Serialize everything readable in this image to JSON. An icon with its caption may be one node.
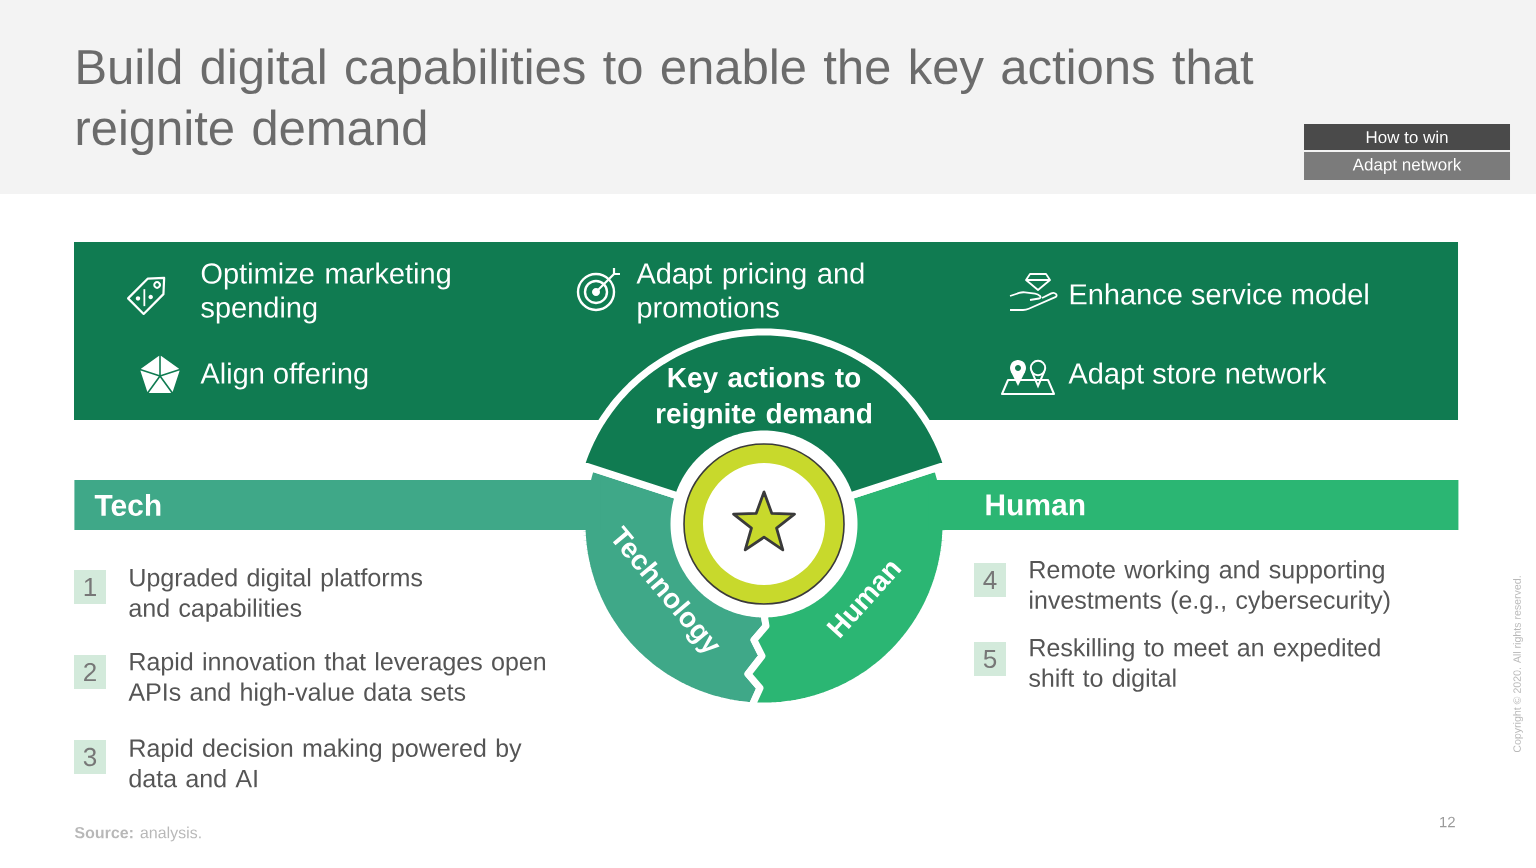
{
  "diagram": {
    "title": "Build digital capabilities to enable the key actions that reignite demand",
    "nodes": [
      {
        "text": [
          "How to win"
        ]
      },
      {
        "text": [
          "Adapt network"
        ]
      },
      {
        "text": [
          "Optimize marketing spending",
          "Adapt pricing and promotions",
          "Enhance service model",
          "Align offering",
          "Adapt store network"
        ]
      },
      {
        "text": [
          "Key actions to reignite demand"
        ]
      },
      {
        "text": [],
        "shape": "circle"
      },
      {
        "text": [
          "Tech"
        ]
      },
      {
        "text": [
          "Technology"
        ]
      },
      {
        "text": [
          "Human"
        ]
      },
      {
        "text": [
          "Human"
        ]
      },
      {
        "text": [
          "1"
        ],
        "beside": [
          "Upgraded digital platforms and capabilities"
        ]
      },
      {
        "text": [
          "2"
        ],
        "beside": [
          "Rapid innovation that leverages open APIs and high-value data sets"
        ]
      },
      {
        "text": [
          "3"
        ],
        "beside": [
          "Rapid decision making powered by data and AI"
        ]
      },
      {
        "text": [
          "4"
        ],
        "beside": [
          "Remote working and supporting investments (e.g., cybersecurity)"
        ]
      },
      {
        "text": [
          "5"
        ],
        "beside": [
          "Reskilling to meet an expedited shift to digital"
        ]
      }
    ],
    "labels": [
      "**Source:** analysis.",
      "12",
      "Copyright © 2020. All rights reserved."
    ]
  }
}
